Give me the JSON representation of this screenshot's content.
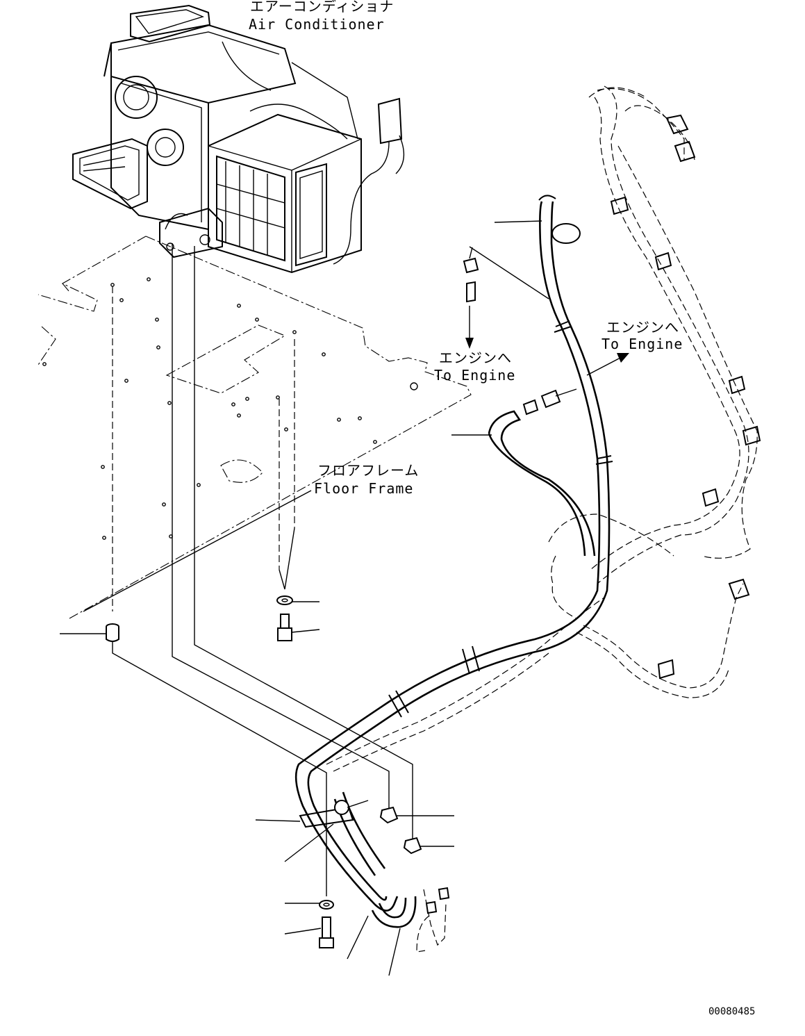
{
  "labels": {
    "air_conditioner_jp": "エアーコンディショナ",
    "air_conditioner_en": "Air Conditioner",
    "to_engine_1_jp": "エンジンへ",
    "to_engine_1_en": "To Engine",
    "to_engine_2_jp": "エンジンへ",
    "to_engine_2_en": "To Engine",
    "floor_frame_jp": "フロアフレーム",
    "floor_frame_en": "Floor Frame"
  },
  "drawing_number": "00080485",
  "icons": [
    "air-conditioner-unit-icon",
    "floor-frame-icon",
    "hose-icon",
    "clamp-icon",
    "bolt-icon",
    "washer-icon",
    "nut-icon",
    "collar-icon",
    "arrow-icon"
  ]
}
